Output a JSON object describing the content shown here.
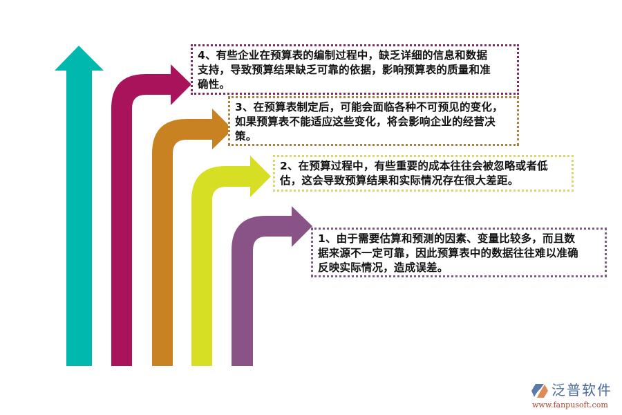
{
  "diagram": {
    "type": "growth-arrows-list",
    "arrows": [
      {
        "id": "teal",
        "color": "#00b8ad",
        "direction": "up"
      },
      {
        "id": "magenta",
        "color": "#a8135b",
        "direction": "up-right",
        "points_to": "item-4"
      },
      {
        "id": "orange",
        "color": "#c98222",
        "direction": "up-right",
        "points_to": "item-3"
      },
      {
        "id": "yellow",
        "color": "#d6df24",
        "direction": "up-right",
        "points_to": "item-2"
      },
      {
        "id": "purple",
        "color": "#8a5388",
        "direction": "up-right",
        "points_to": "item-1"
      }
    ],
    "items": {
      "item4": {
        "line1": "4、有些企业在预算表的编制过程中，缺乏详细的信息和数据",
        "line2": "支持，导致预算结果缺乏可靠的依据，影响预算表的质量和准",
        "line3": "确性。",
        "border_color": "#7a2b5c"
      },
      "item3": {
        "line1": "3、在预算表制定后，可能会面临各种不可预见的变化，",
        "line2": "如果预算表不能适应这些变化，将会影响企业的经营决",
        "line3": "策。",
        "border_color": "#a88040"
      },
      "item2": {
        "line1": "2、在预算过程中，有些重要的成本往往会被忽略或者低",
        "line2": "估，这会导致预算结果和实际情况存在很大差距。",
        "border_color": "#d6d86a"
      },
      "item1": {
        "line1": "1、由于需要估算和预测的因素、变量比较多，而且数",
        "line2": "据来源不一定可靠，因此预算表中的数据往往难以准确",
        "line3": "反映实际情况，造成误差。",
        "border_color": "#7b5a84"
      }
    }
  },
  "logo": {
    "name": "泛普软件",
    "url": "www.fanpusoft.com",
    "icon": "fanpu-logo-icon"
  }
}
